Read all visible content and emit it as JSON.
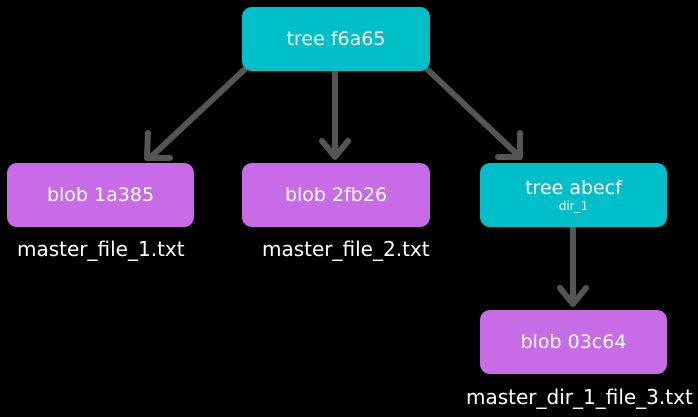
{
  "colors": {
    "tree": "#00BFC8",
    "blob": "#C86BE6",
    "edge": "#555555",
    "text": "#FFFFFF",
    "background": "#000000"
  },
  "nodes": {
    "root_tree": {
      "kind": "tree",
      "label": "tree f6a65"
    },
    "blob_1": {
      "kind": "blob",
      "label": "blob 1a385",
      "caption": "master_file_1.txt"
    },
    "blob_2": {
      "kind": "blob",
      "label": "blob 2fb26",
      "caption": "master_file_2.txt"
    },
    "sub_tree": {
      "kind": "tree",
      "label": "tree abecf",
      "sublabel": "dir_1"
    },
    "blob_3": {
      "kind": "blob",
      "label": "blob 03c64",
      "caption": "master_dir_1_file_3.txt"
    }
  },
  "edges": [
    {
      "from": "root_tree",
      "to": "blob_1"
    },
    {
      "from": "root_tree",
      "to": "blob_2"
    },
    {
      "from": "root_tree",
      "to": "sub_tree"
    },
    {
      "from": "sub_tree",
      "to": "blob_3"
    }
  ]
}
